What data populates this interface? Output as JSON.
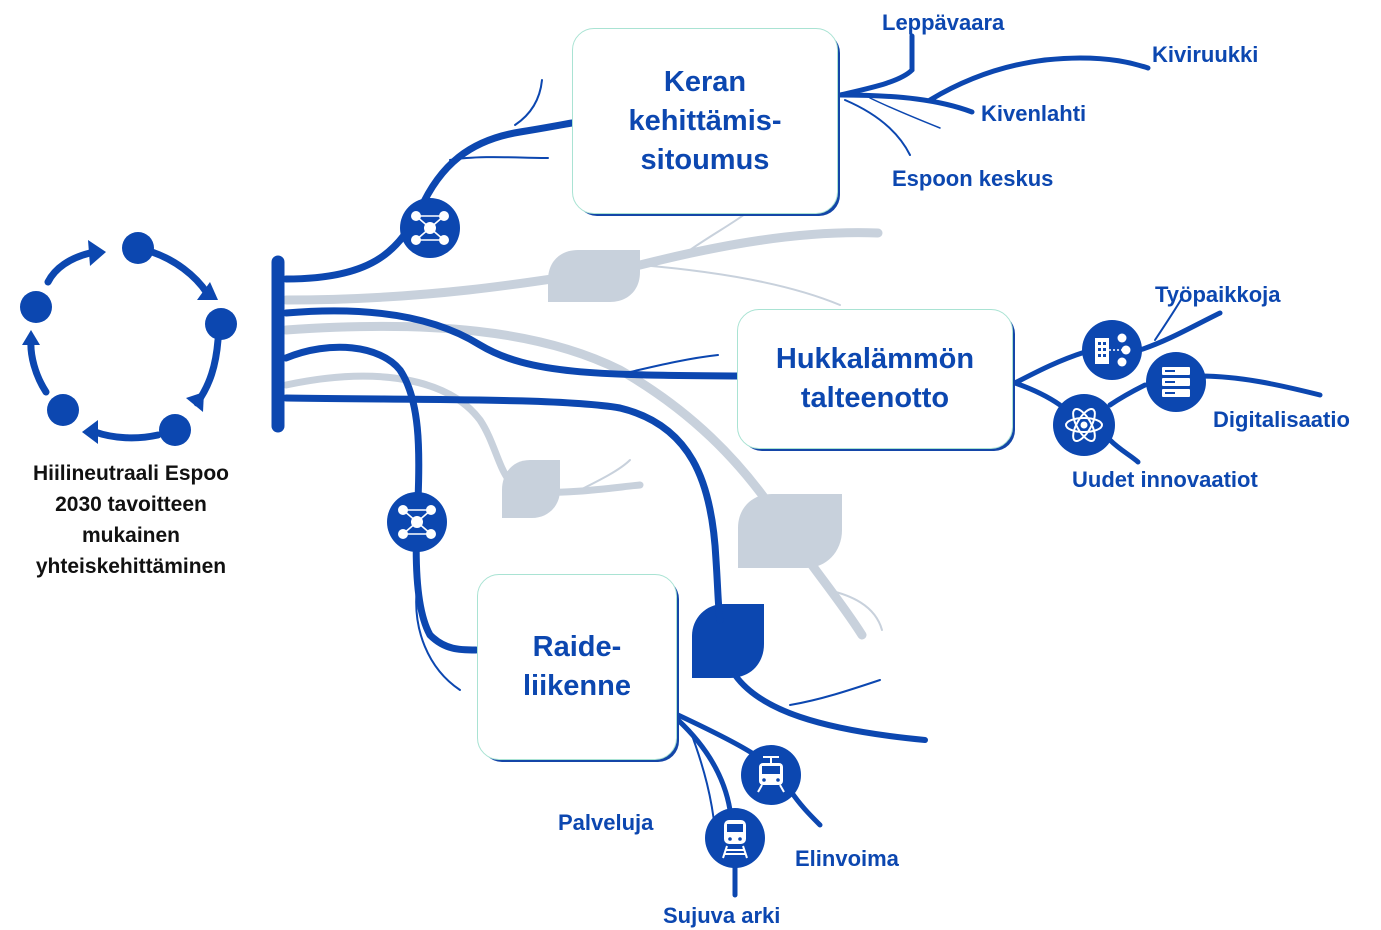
{
  "colors": {
    "primary": "#0c47b0",
    "grey": "#c8d1dc",
    "box_border": "#a9e3d3",
    "text_dark": "#111111"
  },
  "cycle": {
    "text": "Hiilineutraali Espoo 2030 tavoitteen mukainen yhteiskehittäminen",
    "lines": [
      "Hiilineutraali Espoo",
      "2030 tavoitteen",
      "mukainen",
      "yhteiskehittäminen"
    ]
  },
  "boxes": {
    "keran": {
      "lines": [
        "Keran",
        "kehittämis-",
        "sitoumus"
      ]
    },
    "hukka": {
      "lines": [
        "Hukkalämmön",
        "talteenotto"
      ]
    },
    "raide": {
      "lines": [
        "Raide-",
        "liikenne"
      ]
    }
  },
  "outcomes": {
    "leppavaara": "Leppävaara",
    "kiviruukki": "Kiviruukki",
    "kivenlahti": "Kivenlahti",
    "espoon_keskus": "Espoon keskus",
    "tyopaikkoja": "Työpaikkoja",
    "digitalisaatio": "Digitalisaatio",
    "uudet_innovaatiot": "Uudet innovaatiot",
    "palveluja": "Palveluja",
    "elinvoima": "Elinvoima",
    "sujuva_arki": "Sujuva arki"
  },
  "icons": [
    "network-icon",
    "building-network-icon",
    "atom-icon",
    "server-icon",
    "tram-icon",
    "train-icon",
    "leaf-icon",
    "cycle-arrows-icon"
  ]
}
